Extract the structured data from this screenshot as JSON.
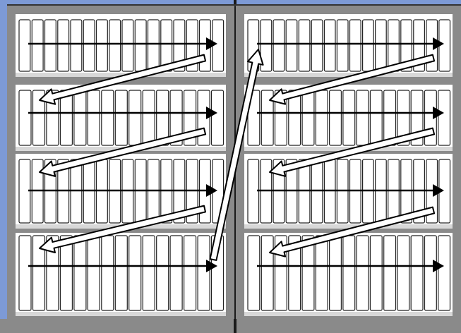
{
  "diagram": {
    "kind": "bookshelf-reading-order",
    "bookcase_count": 2,
    "shelves_per_bookcase": 4,
    "books_per_shelf": [
      16,
      15,
      16,
      15
    ],
    "colors": {
      "background": "#7d9ad6",
      "bookcase_frame": "#8a8a8a",
      "divider": "#1a1a1a",
      "shelf_back": "#ffffff",
      "book_fill": "#ffffff",
      "book_stroke": "#222222",
      "arrow": "#000000",
      "return_arrow_fill": "#ffffff",
      "return_arrow_stroke": "#000000"
    },
    "icons": {
      "forward_arrow": "right-arrow-icon",
      "return_arrow": "left-return-arrow-icon",
      "column_jump_arrow": "up-jump-arrow-icon"
    }
  }
}
